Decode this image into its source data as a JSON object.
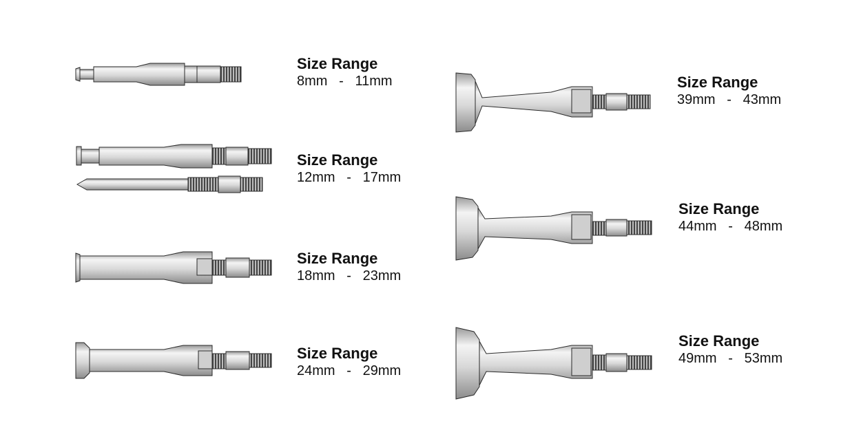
{
  "items": [
    {
      "title": "Size Range",
      "range": "8mm   -   11mm"
    },
    {
      "title": "Size Range",
      "range": "12mm   -   17mm"
    },
    {
      "title": "Size Range",
      "range": "18mm   -   23mm"
    },
    {
      "title": "Size Range",
      "range": "24mm   -   29mm"
    },
    {
      "title": "Size Range",
      "range": "39mm   -   43mm"
    },
    {
      "title": "Size Range",
      "range": "44mm   -   48mm"
    },
    {
      "title": "Size Range",
      "range": "49mm   -   53mm"
    }
  ],
  "colors": {
    "metal_light": "#f2f2f2",
    "metal_mid": "#cfcfcf",
    "metal_dark": "#8a8a8a",
    "thread": "#555555",
    "outline": "#2a2a2a"
  }
}
